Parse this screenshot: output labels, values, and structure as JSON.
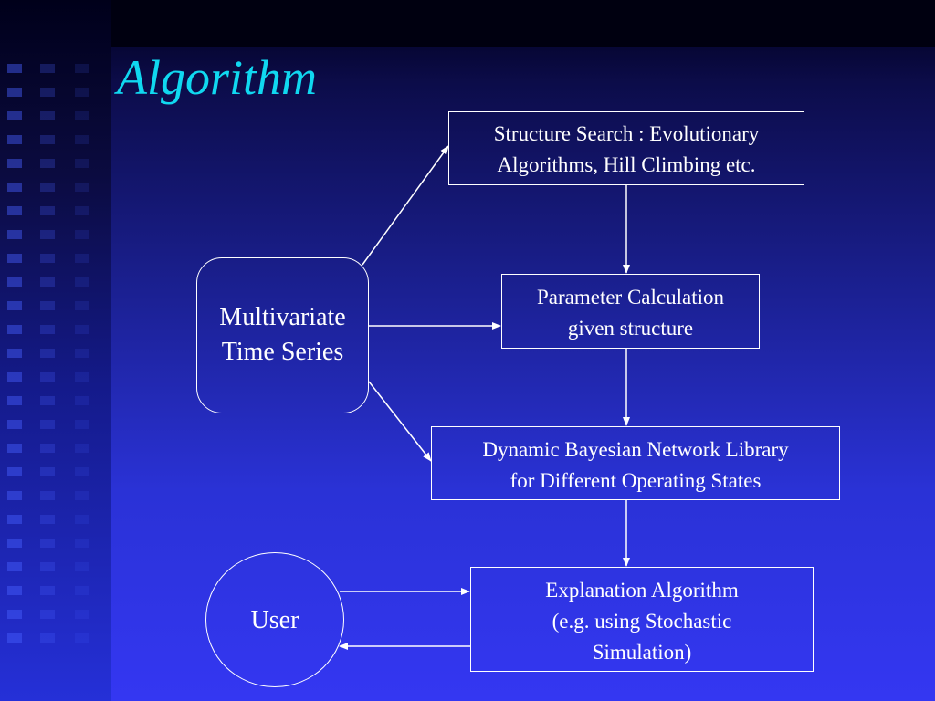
{
  "slide": {
    "title": "Algorithm"
  },
  "diagram": {
    "nodes": {
      "structure_search": {
        "lines": [
          "Structure Search : Evolutionary",
          "Algorithms, Hill Climbing etc."
        ]
      },
      "parameter_calculation": {
        "lines": [
          "Parameter Calculation",
          "given structure"
        ]
      },
      "dbn_library": {
        "lines": [
          "Dynamic Bayesian Network Library",
          "for Different Operating States"
        ]
      },
      "explanation": {
        "lines": [
          "Explanation Algorithm",
          "(e.g. using Stochastic",
          "Simulation)"
        ]
      },
      "time_series": {
        "lines": [
          "Multivariate",
          "Time Series"
        ]
      },
      "user": {
        "label": "User"
      }
    },
    "edges": [
      {
        "from": "time_series",
        "to": "structure_search"
      },
      {
        "from": "time_series",
        "to": "parameter_calculation"
      },
      {
        "from": "time_series",
        "to": "dbn_library"
      },
      {
        "from": "structure_search",
        "to": "parameter_calculation"
      },
      {
        "from": "parameter_calculation",
        "to": "dbn_library"
      },
      {
        "from": "dbn_library",
        "to": "explanation"
      },
      {
        "from": "user",
        "to": "explanation"
      },
      {
        "from": "explanation",
        "to": "user"
      }
    ]
  },
  "colors": {
    "title": "#10d8f0",
    "text": "#ffffff",
    "background_top": "#00001a",
    "background_bottom": "#3437f2"
  }
}
